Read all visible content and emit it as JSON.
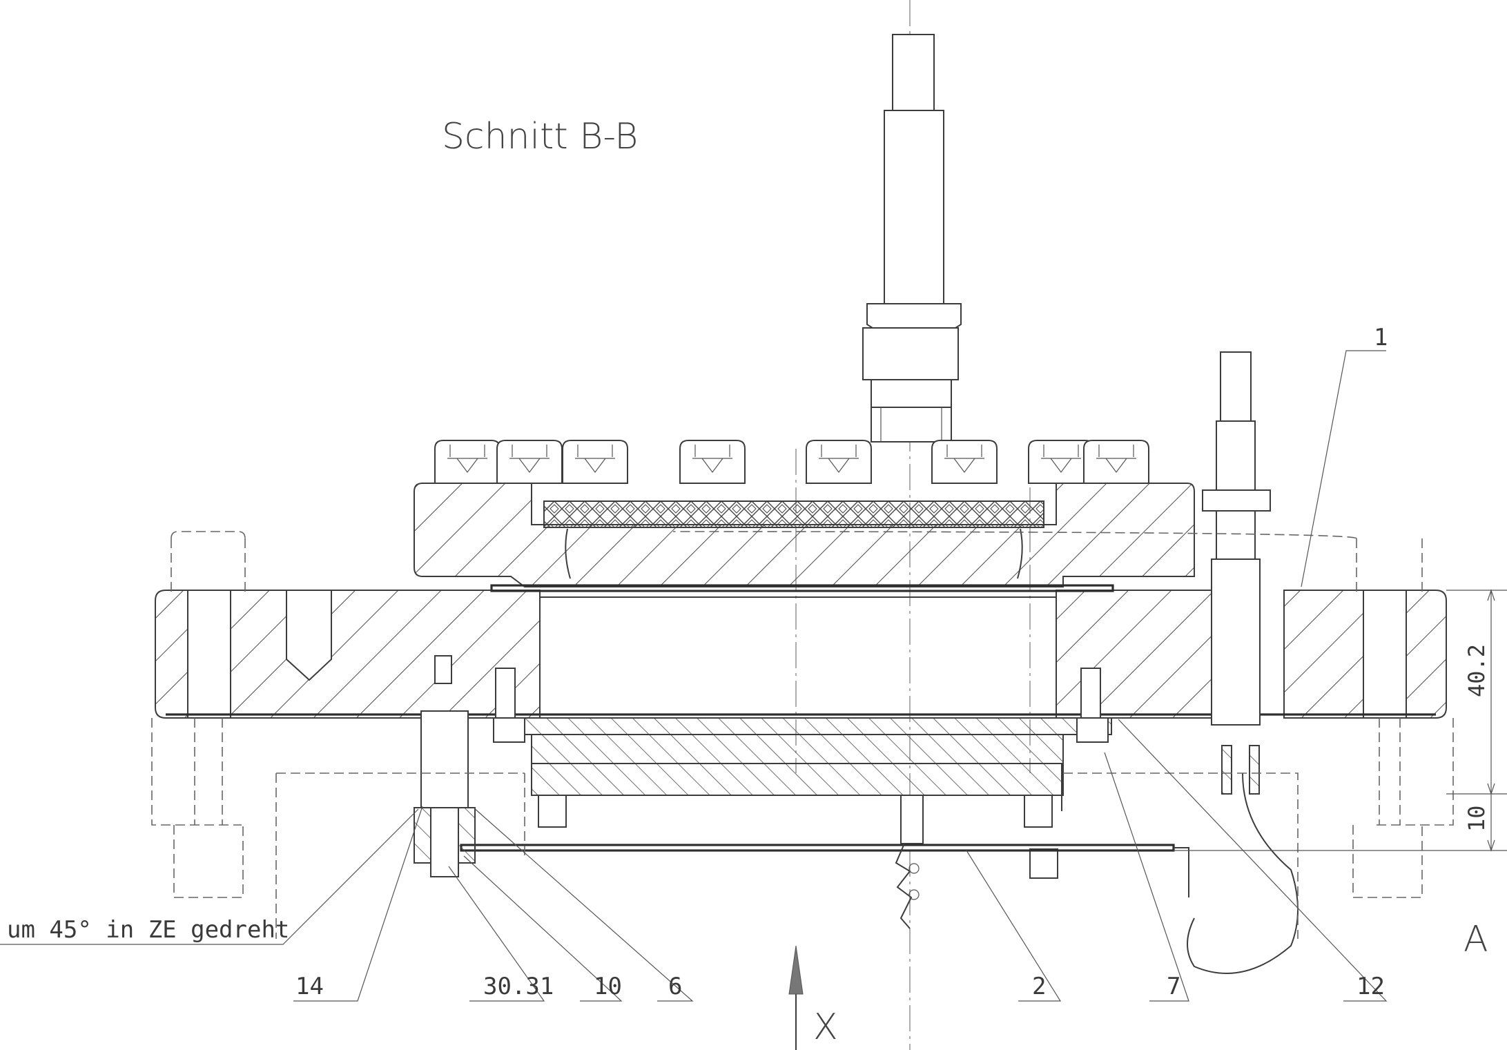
{
  "title": "Schnitt B-B",
  "note": "um 45° in ZE gedreht",
  "view_letter": "A",
  "axis_label": "X",
  "dimensions": [
    "40.2",
    "10"
  ],
  "part_labels": [
    "1",
    "14",
    "30.31",
    "10",
    "6",
    "2",
    "7",
    "12"
  ]
}
